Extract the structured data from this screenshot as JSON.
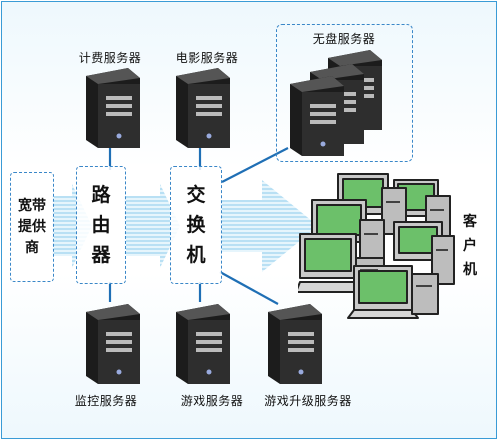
{
  "servers": {
    "billing": "计费服务器",
    "movie": "电影服务器",
    "diskless": "无盘服务器",
    "monitor": "监控服务器",
    "game": "游戏服务器",
    "game_upgrade": "游戏升级服务器"
  },
  "nodes": {
    "isp": [
      "宽带",
      "提供",
      "商"
    ],
    "router": [
      "路",
      "由",
      "器"
    ],
    "switch": [
      "交",
      "换",
      "机"
    ],
    "client": [
      "客",
      "户",
      "机"
    ]
  },
  "colors": {
    "link": "#1f6fb5",
    "dash": "#3a87c8",
    "arrow": "#bfe3f5",
    "screen": "#6cc06a",
    "case": "#2a2a2a"
  },
  "icons": {
    "server": "server-tower-icon",
    "client": "desktop-computer-icon"
  }
}
